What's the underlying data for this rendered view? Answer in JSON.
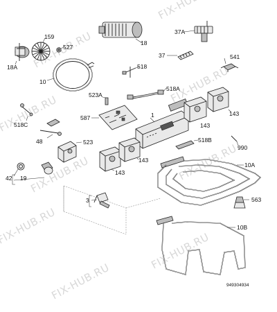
{
  "watermark": {
    "text": "FIX-HUB.RU"
  },
  "diagram": {
    "drawing_number": "949304934",
    "labels": {
      "p18": "18",
      "p18a": "18A",
      "p159": "159",
      "p527": "527",
      "p37a": "37A",
      "p37": "37",
      "p541": "541",
      "p518": "518",
      "p10": "10",
      "p523a": "523A",
      "p518a": "518A",
      "p1": "1",
      "p587": "587",
      "p143a": "143",
      "p143b": "143",
      "p143c": "143",
      "p143d": "143",
      "p518c": "518C",
      "p48": "48",
      "p523": "523",
      "p518b": "518B",
      "p990": "990",
      "p10a": "10A",
      "p42": "42",
      "p19": "19",
      "p3": "3",
      "p563": "563",
      "p10b": "10B"
    }
  }
}
